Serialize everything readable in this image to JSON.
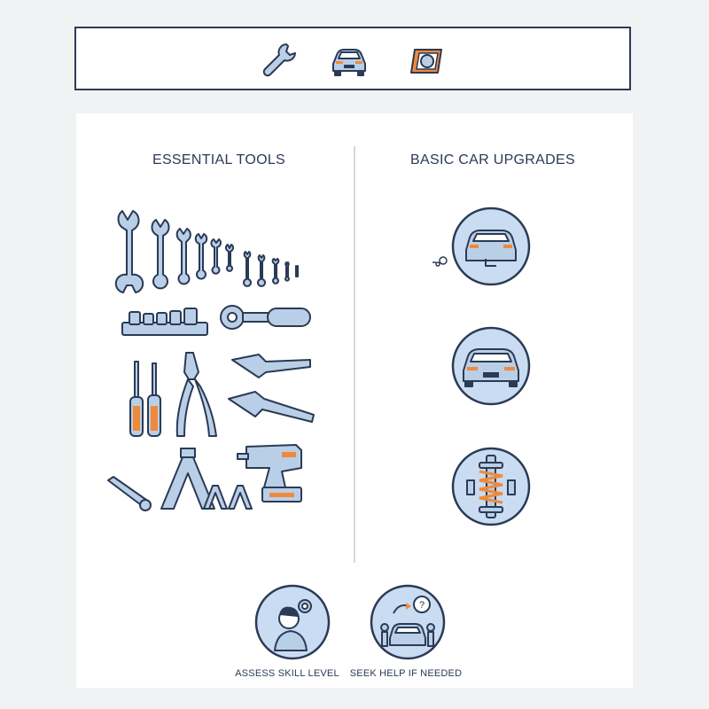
{
  "toolbar": {
    "icons": [
      "wrench-icon",
      "car-front-icon",
      "headlight-icon"
    ]
  },
  "sections": {
    "tools": {
      "title": "ESSENTIAL TOOLS"
    },
    "upgrades": {
      "title": "BASIC CAR UPGRADES",
      "items": [
        "car-exhaust-icon",
        "car-front-icon",
        "suspension-coilover-icon"
      ]
    }
  },
  "footer": {
    "assess": "ASSESS SKILL LEVEL",
    "help": "SEEK HELP IF NEEDED"
  },
  "colors": {
    "outline": "#2b3a55",
    "fill": "#b9cfe8",
    "accent": "#f08a3a",
    "background": "#f1f2f4"
  }
}
